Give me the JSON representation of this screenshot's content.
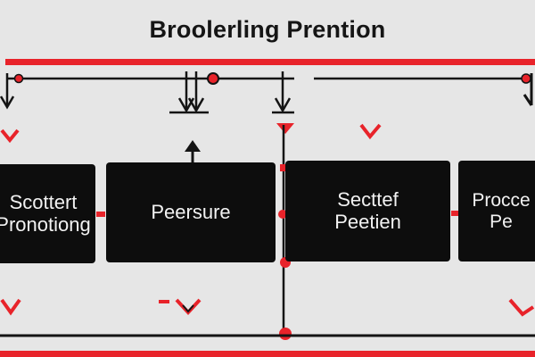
{
  "diagram": {
    "title": "Broolerling Prention",
    "boxes": [
      {
        "lines": [
          "Scottert",
          "Pronotiong"
        ]
      },
      {
        "lines": [
          "Peersure"
        ]
      },
      {
        "lines": [
          "Secttef",
          "Peetien"
        ]
      },
      {
        "lines": [
          "Procce",
          "Pe"
        ]
      }
    ]
  },
  "colors": {
    "background": "#e6e6e6",
    "box_fill": "#0d0d0d",
    "box_text": "#f2f2f2",
    "accent_red": "#e8232a",
    "line_dark": "#141414",
    "title": "#151515"
  }
}
